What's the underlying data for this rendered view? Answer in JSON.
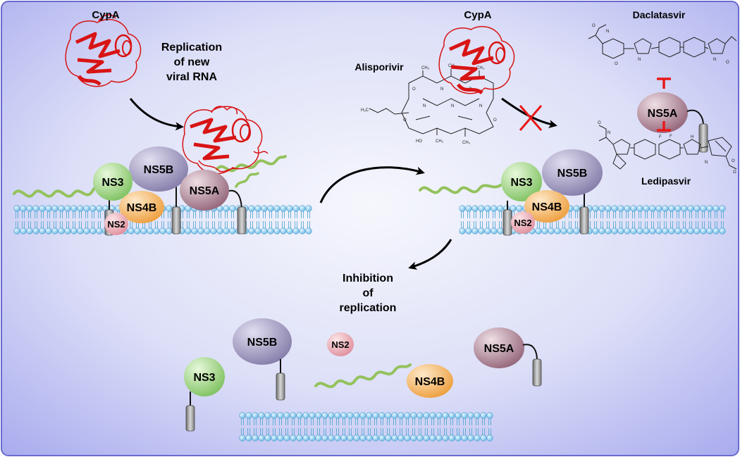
{
  "labels": {
    "cypa_left": "CypA",
    "replication_line1": "Replication",
    "replication_line2": "of new",
    "replication_line3": "viral RNA",
    "cypa_right": "CypA",
    "alisporivir": "Alisporivir",
    "daclatasvir": "Daclatasvir",
    "ledipasvir": "Ledipasvir",
    "inhibition_line1": "Inhibition",
    "inhibition_line2": "of",
    "inhibition_line3": "replication"
  },
  "proteins": {
    "ns3": "NS3",
    "ns5b": "NS5B",
    "ns5a": "NS5A",
    "ns4b": "NS4B",
    "ns2": "NS2"
  },
  "colors": {
    "background_center": "#f4f5fc",
    "background_edge": "#a9aaee",
    "frame": "#6a6ad0",
    "ns3": "#8fcf72",
    "ns5b": "#8e87b4",
    "ns5a": "#9c6d80",
    "ns4b": "#f0a548",
    "ns2": "#e59aa5",
    "membrane_head": "#8dcdf0",
    "rna": "#93c25c",
    "cypa": "#d81414",
    "inhibit": "#e81818"
  }
}
